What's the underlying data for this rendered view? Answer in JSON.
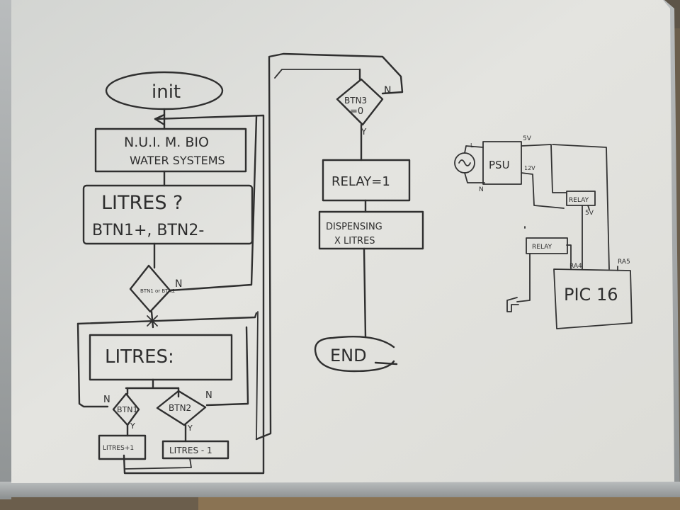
{
  "flowchart": {
    "init": "init",
    "title_line1": "N.U.I. M. BIO",
    "title_line2": "WATER SYSTEMS",
    "prompt_line1": "LITRES ?",
    "prompt_line2": "BTN1+, BTN2-",
    "decision_btn": "BTN1 or BTN2",
    "decision_btn_no": "N",
    "litres_display": "LITRES:",
    "btn1": "BTN1",
    "btn1_no": "N",
    "btn1_yes": "Y",
    "btn2": "BTN2",
    "btn2_no": "N",
    "btn2_yes": "Y",
    "litres_plus": "LITRES+1",
    "litres_minus": "LITRES - 1",
    "btn3_line1": "BTN3",
    "btn3_line2": "=0",
    "btn3_no": "N",
    "btn3_yes": "Y",
    "relay": "RELAY=1",
    "dispensing_line1": "DISPENSING",
    "dispensing_line2": "X LITRES",
    "end": "END"
  },
  "circuit": {
    "psu": "PSU",
    "five_v": "5V",
    "twelve_v": "12V",
    "live": "L",
    "neutral": "N",
    "relay_top": "RELAY",
    "relay_top_5v": "5V",
    "relay_bottom": "RELAY",
    "ra4": "RA4",
    "ra5": "RA5",
    "pic": "PIC 16"
  },
  "colors": {
    "board": "#e1e1dc",
    "frame": "#a6a9aa",
    "marker": "#2f2f2f",
    "wall": "#6b5e4c"
  }
}
